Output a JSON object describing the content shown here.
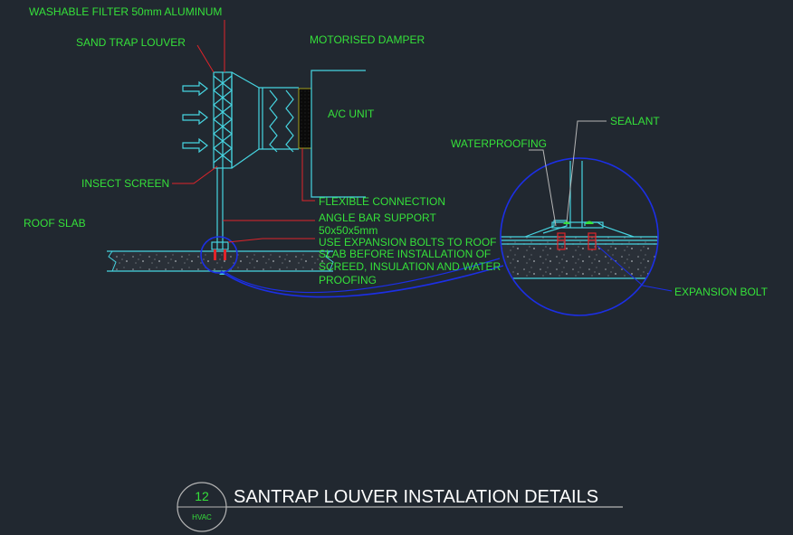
{
  "drawing": {
    "labels": {
      "washable_filter": "WASHABLE FILTER 50mm ALUMINUM",
      "sand_trap_louver": "SAND TRAP LOUVER",
      "motorised_damper": "MOTORISED DAMPER",
      "ac_unit": "A/C UNIT",
      "insect_screen": "INSECT SCREEN",
      "flexible_connection": "FLEXIBLE CONNECTION",
      "roof_slab": "ROOF SLAB",
      "angle_bar_1": "ANGLE BAR SUPPORT",
      "angle_bar_2": "50x50x5mm",
      "bolts_1": "USE EXPANSION BOLTS TO ROOF",
      "bolts_2": "SLAB BEFORE INSTALLATION OF",
      "bolts_3": "SCREED, INSULATION AND WATER",
      "bolts_4": "PROOFING",
      "sealant": "SEALANT",
      "waterproofing": "WATERPROOFING",
      "expansion_bolt": "EXPANSION BOLT"
    },
    "title": {
      "number": "12",
      "discipline": "HVAC",
      "text": "SANTRAP LOUVER INSTALATION DETAILS"
    },
    "colors": {
      "background": "#212830",
      "cyan": "#46d4e0",
      "green": "#35e03a",
      "red": "#e0242a",
      "blue": "#1c2fe6",
      "white": "#ffffff",
      "leader_gray": "#b5b5b5"
    }
  }
}
